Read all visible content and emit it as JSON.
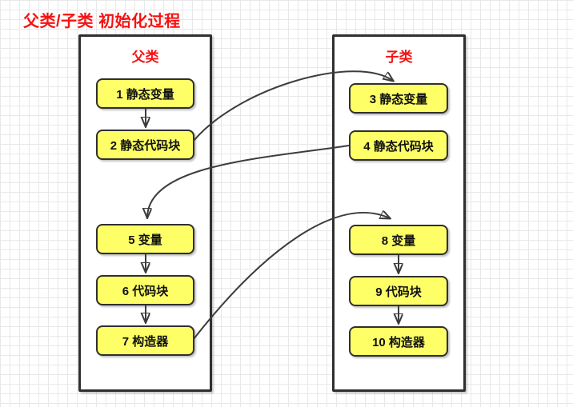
{
  "title": "父类/子类 初始化过程",
  "parent": {
    "label": "父类",
    "nodes": [
      {
        "id": "1",
        "label": "1 静态变量"
      },
      {
        "id": "2",
        "label": "2 静态代码块"
      },
      {
        "id": "5",
        "label": "5 变量"
      },
      {
        "id": "6",
        "label": "6 代码块"
      },
      {
        "id": "7",
        "label": "7 构造器"
      }
    ]
  },
  "child": {
    "label": "子类",
    "nodes": [
      {
        "id": "3",
        "label": "3 静态变量"
      },
      {
        "id": "4",
        "label": "4 静态代码块"
      },
      {
        "id": "8",
        "label": "8 变量"
      },
      {
        "id": "9",
        "label": "9 代码块"
      },
      {
        "id": "10",
        "label": "10 构造器"
      }
    ]
  },
  "edges": [
    {
      "from": "1",
      "to": "2",
      "style": "straight"
    },
    {
      "from": "2",
      "to": "3",
      "style": "curved"
    },
    {
      "from": "4",
      "to": "5",
      "style": "curved"
    },
    {
      "from": "5",
      "to": "6",
      "style": "straight"
    },
    {
      "from": "6",
      "to": "7",
      "style": "straight"
    },
    {
      "from": "7",
      "to": "8",
      "style": "curved"
    },
    {
      "from": "8",
      "to": "9",
      "style": "straight"
    },
    {
      "from": "9",
      "to": "10",
      "style": "straight"
    }
  ],
  "colors": {
    "accent_red": "#f61212",
    "node_fill": "#feff66",
    "node_border": "#2f2f2f",
    "arrow": "#3c3c3c",
    "grid_line": "#e8e8e8",
    "background": "#ffffff"
  }
}
